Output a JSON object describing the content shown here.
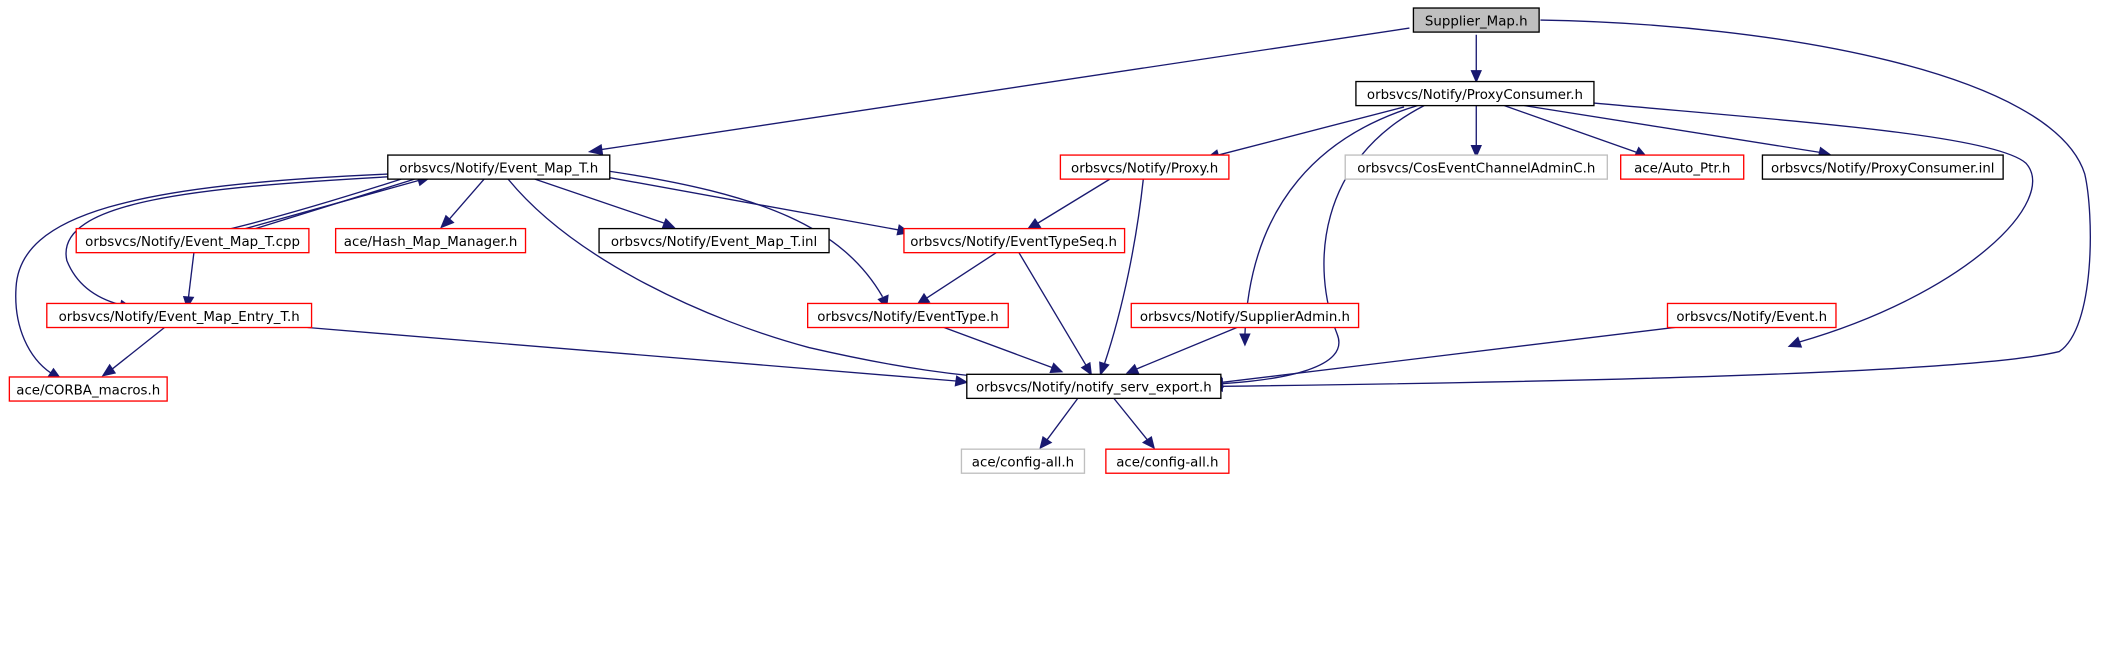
{
  "colors": {
    "root_fill": "#bfbfbf",
    "border_black": "#000000",
    "border_red": "#ff0000",
    "border_gray": "#bfbfbf",
    "edge": "#191970"
  },
  "nodes": {
    "supplier_map_h": {
      "label": "Supplier_Map.h",
      "style": "root"
    },
    "proxy_consumer_h": {
      "label": "orbsvcs/Notify/ProxyConsumer.h",
      "style": "black"
    },
    "event_map_t_h": {
      "label": "orbsvcs/Notify/Event_Map_T.h",
      "style": "black"
    },
    "proxy_h": {
      "label": "orbsvcs/Notify/Proxy.h",
      "style": "red"
    },
    "cos_event_channel_admin_c_h": {
      "label": "orbsvcs/CosEventChannelAdminC.h",
      "style": "gray"
    },
    "auto_ptr_h": {
      "label": "ace/Auto_Ptr.h",
      "style": "red"
    },
    "proxy_consumer_inl": {
      "label": "orbsvcs/Notify/ProxyConsumer.inl",
      "style": "black"
    },
    "event_map_t_cpp": {
      "label": "orbsvcs/Notify/Event_Map_T.cpp",
      "style": "red"
    },
    "hash_map_manager_h": {
      "label": "ace/Hash_Map_Manager.h",
      "style": "red"
    },
    "event_map_t_inl": {
      "label": "orbsvcs/Notify/Event_Map_T.inl",
      "style": "black"
    },
    "event_type_seq_h": {
      "label": "orbsvcs/Notify/EventTypeSeq.h",
      "style": "red"
    },
    "event_map_entry_t_h": {
      "label": "orbsvcs/Notify/Event_Map_Entry_T.h",
      "style": "red"
    },
    "event_type_h": {
      "label": "orbsvcs/Notify/EventType.h",
      "style": "red"
    },
    "supplier_admin_h": {
      "label": "orbsvcs/Notify/SupplierAdmin.h",
      "style": "red"
    },
    "event_h": {
      "label": "orbsvcs/Notify/Event.h",
      "style": "red"
    },
    "corba_macros_h": {
      "label": "ace/CORBA_macros.h",
      "style": "red"
    },
    "notify_serv_export_h": {
      "label": "orbsvcs/Notify/notify_serv_export.h",
      "style": "black"
    },
    "config_all_h_gray": {
      "label": "ace/config-all.h",
      "style": "gray"
    },
    "config_all_h_red": {
      "label": "ace/config-all.h",
      "style": "red"
    }
  },
  "edges": [
    [
      "supplier_map_h",
      "proxy_consumer_h"
    ],
    [
      "supplier_map_h",
      "event_map_t_h"
    ],
    [
      "supplier_map_h",
      "notify_serv_export_h"
    ],
    [
      "proxy_consumer_h",
      "proxy_h"
    ],
    [
      "proxy_consumer_h",
      "cos_event_channel_admin_c_h"
    ],
    [
      "proxy_consumer_h",
      "auto_ptr_h"
    ],
    [
      "proxy_consumer_h",
      "proxy_consumer_inl"
    ],
    [
      "proxy_consumer_h",
      "supplier_admin_h"
    ],
    [
      "proxy_consumer_h",
      "event_h"
    ],
    [
      "proxy_consumer_h",
      "notify_serv_export_h"
    ],
    [
      "event_map_t_h",
      "event_map_t_cpp"
    ],
    [
      "event_map_t_h",
      "hash_map_manager_h"
    ],
    [
      "event_map_t_h",
      "event_map_t_inl"
    ],
    [
      "event_map_t_h",
      "event_type_seq_h"
    ],
    [
      "event_map_t_h",
      "event_type_h"
    ],
    [
      "event_map_t_h",
      "event_map_entry_t_h"
    ],
    [
      "event_map_t_h",
      "corba_macros_h"
    ],
    [
      "event_map_t_h",
      "notify_serv_export_h"
    ],
    [
      "event_map_t_cpp",
      "event_map_t_h"
    ],
    [
      "event_map_t_cpp",
      "event_map_entry_t_h"
    ],
    [
      "proxy_h",
      "event_type_seq_h"
    ],
    [
      "proxy_h",
      "notify_serv_export_h"
    ],
    [
      "event_type_seq_h",
      "event_type_h"
    ],
    [
      "event_type_seq_h",
      "notify_serv_export_h"
    ],
    [
      "event_map_entry_t_h",
      "corba_macros_h"
    ],
    [
      "event_map_entry_t_h",
      "notify_serv_export_h"
    ],
    [
      "event_type_h",
      "notify_serv_export_h"
    ],
    [
      "supplier_admin_h",
      "notify_serv_export_h"
    ],
    [
      "event_h",
      "notify_serv_export_h"
    ],
    [
      "notify_serv_export_h",
      "config_all_h_gray"
    ],
    [
      "notify_serv_export_h",
      "config_all_h_red"
    ]
  ]
}
